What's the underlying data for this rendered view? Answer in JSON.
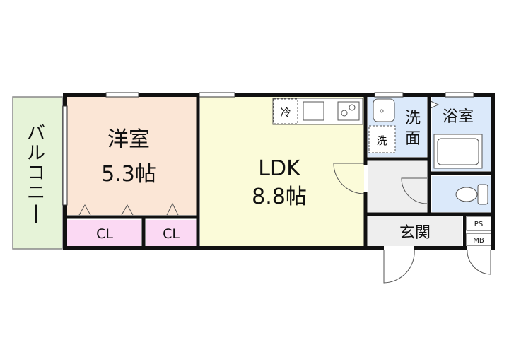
{
  "rooms": {
    "balcony": {
      "label": "バルコニー",
      "color": "#e6f3d8"
    },
    "western": {
      "label": "洋室",
      "size": "5.3帖",
      "color": "#fbe6d6"
    },
    "ldk": {
      "label": "LDK",
      "size": "8.8帖",
      "color": "#fbfbd9"
    },
    "closet_1": {
      "label": "CL",
      "color": "#fbd9f3"
    },
    "closet_2": {
      "label": "CL",
      "color": "#fbd9f3"
    },
    "washroom": {
      "label_top": "洗",
      "label_bottom": "面",
      "color": "#dbe9fa"
    },
    "bathroom": {
      "label": "浴室",
      "color": "#dbe9fa"
    },
    "toilet": {
      "color": "#dbe9fa"
    },
    "hall": {
      "color": "#eeeeee"
    },
    "entrance": {
      "label": "玄関",
      "color": "#eeeeee"
    }
  },
  "fixtures": {
    "fridge": "冷",
    "washer": "洗",
    "ps": "PS",
    "mb": "MB"
  },
  "colors": {
    "wall": "#111111",
    "outline": "#888888"
  }
}
